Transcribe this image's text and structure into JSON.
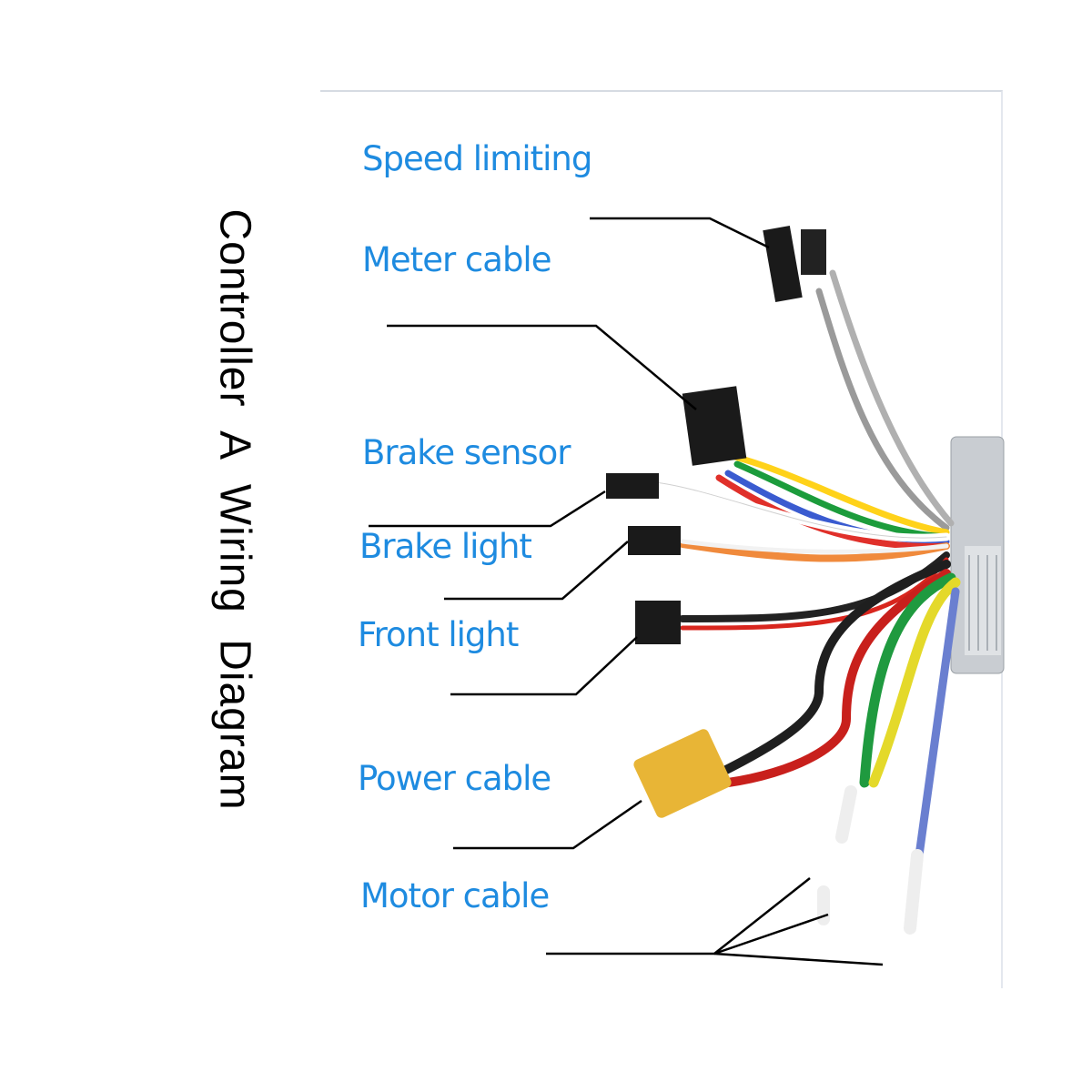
{
  "title": "Controller A  Wiring Diagram",
  "labels": {
    "speed_limiting": "Speed limiting",
    "meter_cable": "Meter cable",
    "brake_sensor": "Brake sensor",
    "brake_light": "Brake light",
    "front_light": "Front light",
    "power_cable": "Power cable",
    "motor_cable": "Motor cable"
  },
  "colors": {
    "label": "#1e8be0"
  }
}
